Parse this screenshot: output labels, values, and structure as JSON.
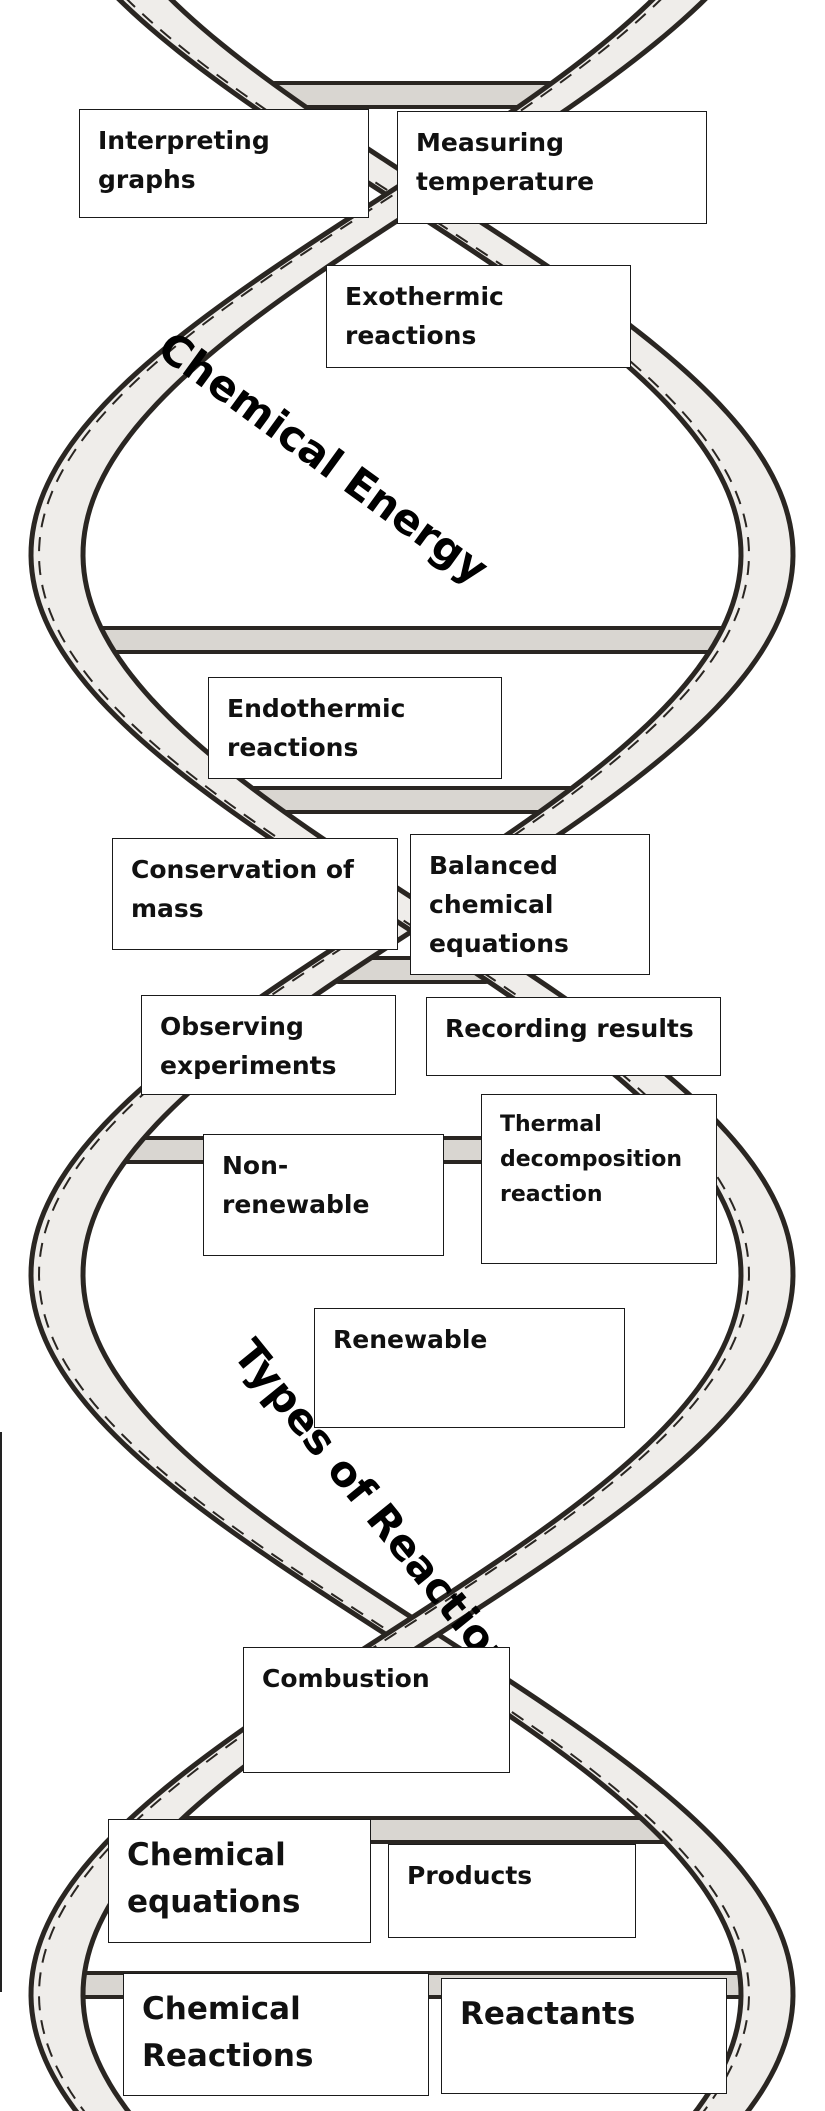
{
  "themes": {
    "top": "Chemical Energy",
    "bottom": "Types of Reaction"
  },
  "boxes": {
    "interpreting_graphs": "Interpreting\ngraphs",
    "measuring_temperature": "Measuring\ntemperature",
    "exothermic": "Exothermic\nreactions",
    "endothermic": "Endothermic\nreactions",
    "conservation_of_mass": "Conservation of\nmass",
    "balanced_equations": "Balanced\nchemical\nequations",
    "observing_experiments": "Observing\nexperiments",
    "recording_results": "Recording results",
    "non_renewable": "Non-\nrenewable",
    "thermal_decomposition": "Thermal\ndecomposition\nreaction",
    "renewable": "Renewable",
    "combustion": "Combustion",
    "chemical_equations": "Chemical\nequations",
    "products": "Products",
    "chemical_reactions": "Chemical\nReactions",
    "reactants": "Reactants"
  },
  "colors": {
    "strand_fill": "#efedea",
    "strand_outline": "#2a2622",
    "rung": "#d9d6d1"
  }
}
